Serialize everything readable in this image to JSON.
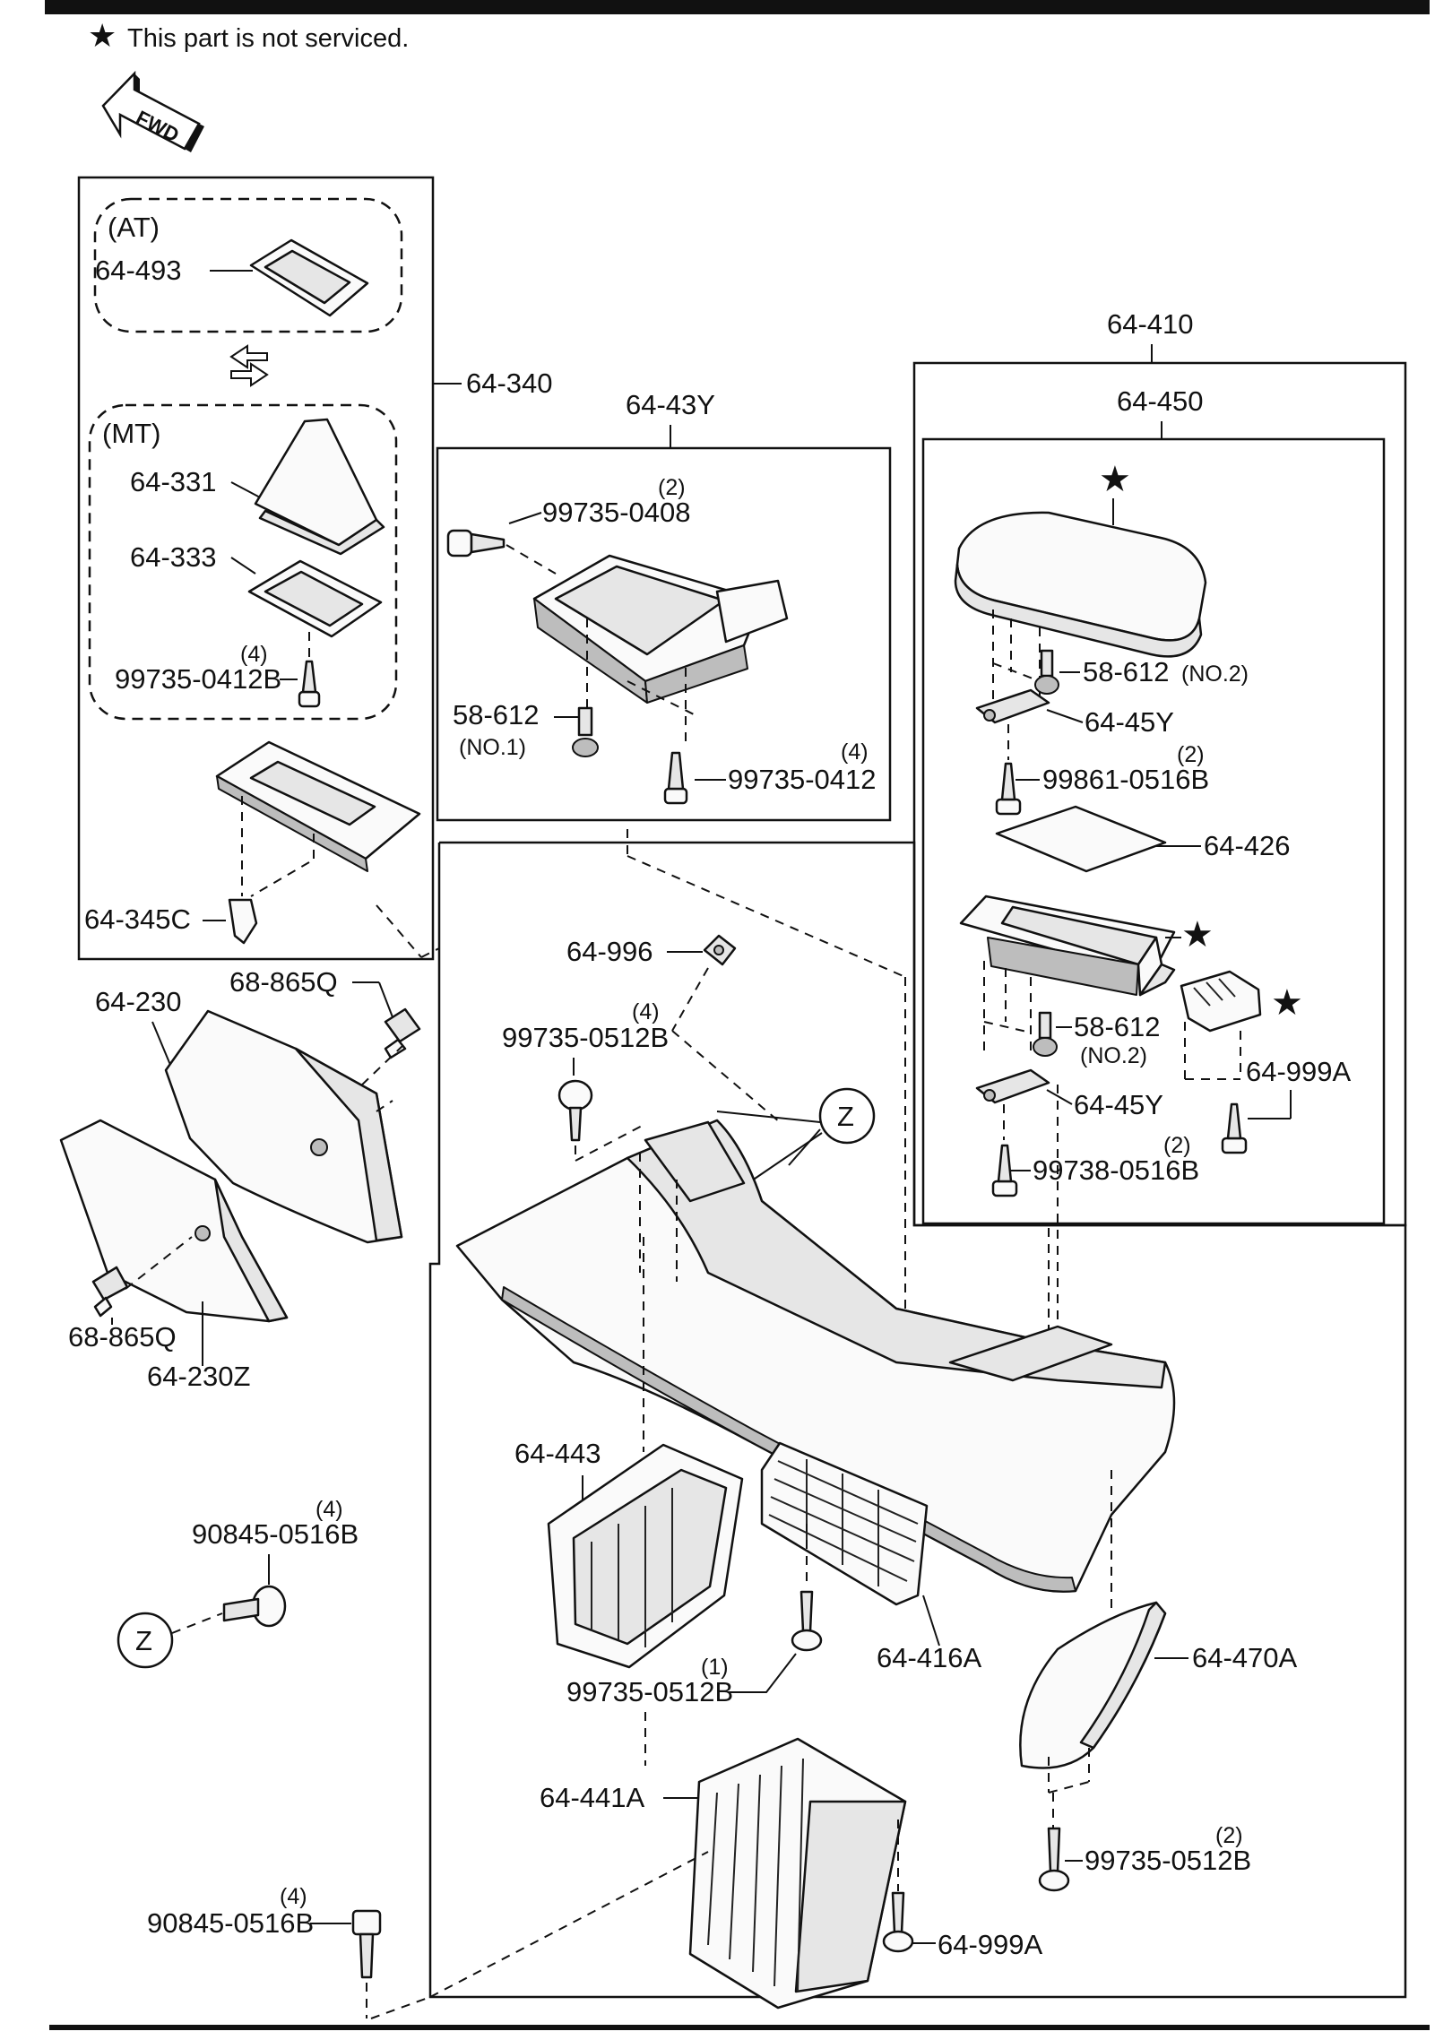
{
  "note": {
    "star": "★",
    "text": "This part is not serviced."
  },
  "fwd": "FWD",
  "groups": {
    "at": "(AT)",
    "mt": "(MT)"
  },
  "callouts": [
    {
      "id": "p64_493",
      "text": "64-493"
    },
    {
      "id": "p64_340",
      "text": "64-340"
    },
    {
      "id": "p64_331",
      "text": "64-331"
    },
    {
      "id": "p64_333",
      "text": "64-333"
    },
    {
      "id": "q1",
      "text": "(4)"
    },
    {
      "id": "p99735_0412B",
      "text": "99735-0412B"
    },
    {
      "id": "p64_345C",
      "text": "64-345C"
    },
    {
      "id": "p64_43Y",
      "text": "64-43Y"
    },
    {
      "id": "q2",
      "text": "(2)"
    },
    {
      "id": "p99735_0408",
      "text": "99735-0408"
    },
    {
      "id": "p58_612a",
      "text": "58-612"
    },
    {
      "id": "no1",
      "text": "(NO.1)"
    },
    {
      "id": "q3",
      "text": "(4)"
    },
    {
      "id": "p99735_0412",
      "text": "99735-0412"
    },
    {
      "id": "p64_410",
      "text": "64-410"
    },
    {
      "id": "p64_450",
      "text": "64-450"
    },
    {
      "id": "p58_612b",
      "text": "58-612"
    },
    {
      "id": "no2a",
      "text": "(NO.2)"
    },
    {
      "id": "p64_45Ya",
      "text": "64-45Y"
    },
    {
      "id": "q4",
      "text": "(2)"
    },
    {
      "id": "p99861_0516B",
      "text": "99861-0516B"
    },
    {
      "id": "p64_426",
      "text": "64-426"
    },
    {
      "id": "p58_612c",
      "text": "58-612"
    },
    {
      "id": "no2b",
      "text": "(NO.2)"
    },
    {
      "id": "p64_999Aa",
      "text": "64-999A"
    },
    {
      "id": "p64_45Yb",
      "text": "64-45Y"
    },
    {
      "id": "q5",
      "text": "(2)"
    },
    {
      "id": "p99738_0516B",
      "text": "99738-0516B"
    },
    {
      "id": "p64_996",
      "text": "64-996"
    },
    {
      "id": "q6",
      "text": "(4)"
    },
    {
      "id": "p99735_0512Ba",
      "text": "99735-0512B"
    },
    {
      "id": "z1",
      "text": "Z"
    },
    {
      "id": "p64_230",
      "text": "64-230"
    },
    {
      "id": "p68_865Qa",
      "text": "68-865Q"
    },
    {
      "id": "p68_865Qb",
      "text": "68-865Q"
    },
    {
      "id": "p64_230Z",
      "text": "64-230Z"
    },
    {
      "id": "p64_443",
      "text": "64-443"
    },
    {
      "id": "q7",
      "text": "(4)"
    },
    {
      "id": "p90845_0516Ba",
      "text": "90845-0516B"
    },
    {
      "id": "z2",
      "text": "Z"
    },
    {
      "id": "q8",
      "text": "(1)"
    },
    {
      "id": "p99735_0512Bb",
      "text": "99735-0512B"
    },
    {
      "id": "p64_416A",
      "text": "64-416A"
    },
    {
      "id": "p64_470A",
      "text": "64-470A"
    },
    {
      "id": "p64_441A",
      "text": "64-441A"
    },
    {
      "id": "q9",
      "text": "(2)"
    },
    {
      "id": "p99735_0512Bc",
      "text": "99735-0512B"
    },
    {
      "id": "q10",
      "text": "(4)"
    },
    {
      "id": "p90845_0516Bb",
      "text": "90845-0516B"
    },
    {
      "id": "p64_999Ab",
      "text": "64-999A"
    }
  ]
}
